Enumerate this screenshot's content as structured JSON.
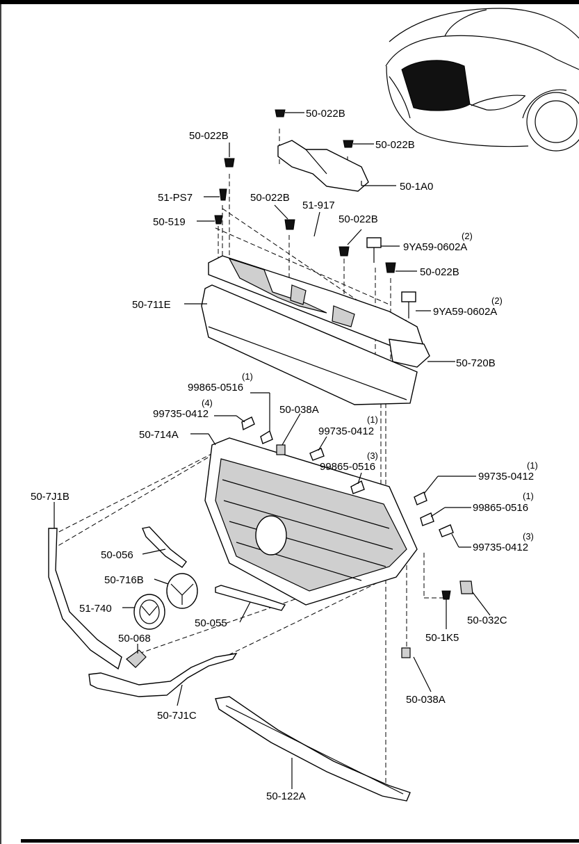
{
  "labels": [
    {
      "id": "c1",
      "code": "50-022B"
    },
    {
      "id": "c2",
      "code": "50-022B"
    },
    {
      "id": "c3",
      "code": "50-022B"
    },
    {
      "id": "c4",
      "code": "50-1A0"
    },
    {
      "id": "c5",
      "code": "51-PS7"
    },
    {
      "id": "c6",
      "code": "50-022B"
    },
    {
      "id": "c7",
      "code": "51-917"
    },
    {
      "id": "c8",
      "code": "50-519"
    },
    {
      "id": "c9",
      "code": "50-022B"
    },
    {
      "id": "c10",
      "code": "9YA59-0602A",
      "qty": "(2)"
    },
    {
      "id": "c11",
      "code": "50-022B"
    },
    {
      "id": "c12",
      "code": "50-711E"
    },
    {
      "id": "c13",
      "code": "9YA59-0602A",
      "qty": "(2)"
    },
    {
      "id": "c14",
      "code": "50-720B"
    },
    {
      "id": "c15",
      "code": "99865-0516",
      "qty": "(1)"
    },
    {
      "id": "c16",
      "code": "99735-0412",
      "qty": "(4)"
    },
    {
      "id": "c17",
      "code": "50-038A"
    },
    {
      "id": "c18",
      "code": "50-714A"
    },
    {
      "id": "c19",
      "code": "99735-0412",
      "qty": "(1)"
    },
    {
      "id": "c20",
      "code": "99865-0516",
      "qty": "(3)"
    },
    {
      "id": "c21",
      "code": "50-7J1B"
    },
    {
      "id": "c22",
      "code": "99735-0412",
      "qty": "(1)"
    },
    {
      "id": "c23",
      "code": "99865-0516",
      "qty": "(1)"
    },
    {
      "id": "c24",
      "code": "99735-0412",
      "qty": "(3)"
    },
    {
      "id": "c25",
      "code": "50-056"
    },
    {
      "id": "c26",
      "code": "50-716B"
    },
    {
      "id": "c27",
      "code": "51-740"
    },
    {
      "id": "c28",
      "code": "50-055"
    },
    {
      "id": "c29",
      "code": "50-1K5"
    },
    {
      "id": "c30",
      "code": "50-032C"
    },
    {
      "id": "c31",
      "code": "50-068"
    },
    {
      "id": "c32",
      "code": "50-038A"
    },
    {
      "id": "c33",
      "code": "50-7J1C"
    },
    {
      "id": "c34",
      "code": "50-122A"
    }
  ]
}
